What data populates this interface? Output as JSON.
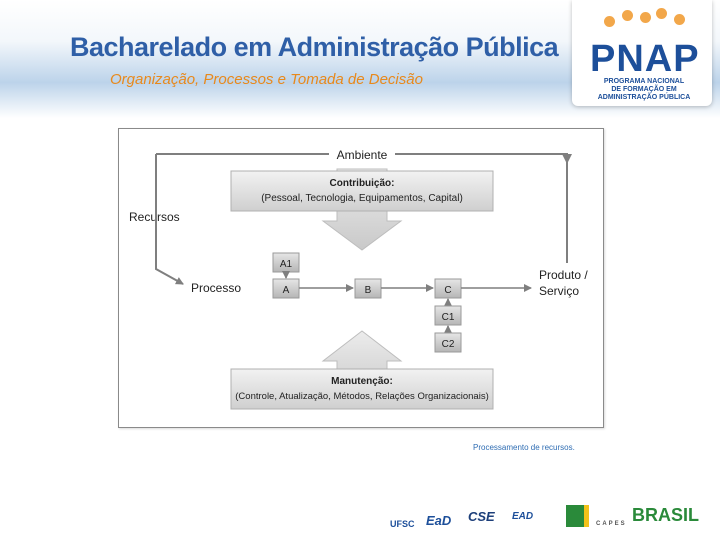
{
  "header": {
    "title": "Bacharelado em Administração Pública",
    "subtitle": "Organização, Processos e Tomada de Decisão",
    "logo": {
      "mark": "PNAP",
      "lines": [
        "PROGRAMA NACIONAL",
        "DE FORMAÇÃO EM",
        "ADMINISTRAÇÃO PÚBLICA"
      ]
    }
  },
  "diagram": {
    "ambiente": "Ambiente",
    "recursos": "Recursos",
    "contribuicao_title": "Contribuição:",
    "contribuicao_items": "(Pessoal, Tecnologia, Equipamentos, Capital)",
    "processo": "Processo",
    "produto_line1": "Produto /",
    "produto_line2": "Serviço",
    "nodes": {
      "a1": "A1",
      "a": "A",
      "b": "B",
      "c": "C",
      "c1": "C1",
      "c2": "C2"
    },
    "manutencao_title": "Manutenção:",
    "manutencao_items": "(Controle, Atualização, Métodos, Relações Organizacionais)"
  },
  "caption": "Processamento de recursos.",
  "footer": {
    "logos": [
      "UFSC",
      "EaD",
      "CSE",
      "EAD",
      "CAPES",
      "BRASIL"
    ]
  },
  "colors": {
    "title_blue": "#2f5fa7",
    "subtitle_orange": "#e8891c",
    "arrow_gray": "#7f7f7f",
    "caption_blue": "#2f6db3"
  }
}
